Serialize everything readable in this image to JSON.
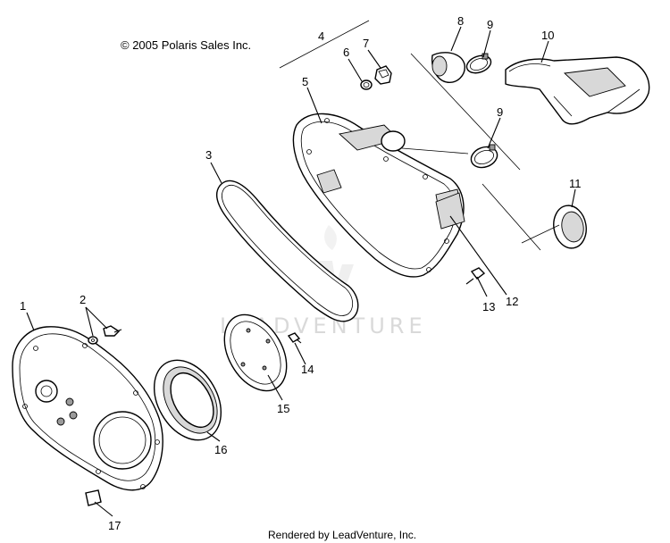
{
  "copyright": "© 2005 Polaris Sales Inc.",
  "footer": "Rendered by LeadVenture, Inc.",
  "watermark": "LEADVENTURE",
  "callouts": [
    {
      "id": "1",
      "label": "1"
    },
    {
      "id": "2",
      "label": "2"
    },
    {
      "id": "3",
      "label": "3"
    },
    {
      "id": "4",
      "label": "4"
    },
    {
      "id": "5",
      "label": "5"
    },
    {
      "id": "6",
      "label": "6"
    },
    {
      "id": "7",
      "label": "7"
    },
    {
      "id": "8",
      "label": "8"
    },
    {
      "id": "9a",
      "label": "9"
    },
    {
      "id": "9b",
      "label": "9"
    },
    {
      "id": "10",
      "label": "10"
    },
    {
      "id": "11",
      "label": "11"
    },
    {
      "id": "12",
      "label": "12"
    },
    {
      "id": "13",
      "label": "13"
    },
    {
      "id": "14",
      "label": "14"
    },
    {
      "id": "15",
      "label": "15"
    },
    {
      "id": "16",
      "label": "16"
    },
    {
      "id": "17",
      "label": "17"
    }
  ]
}
